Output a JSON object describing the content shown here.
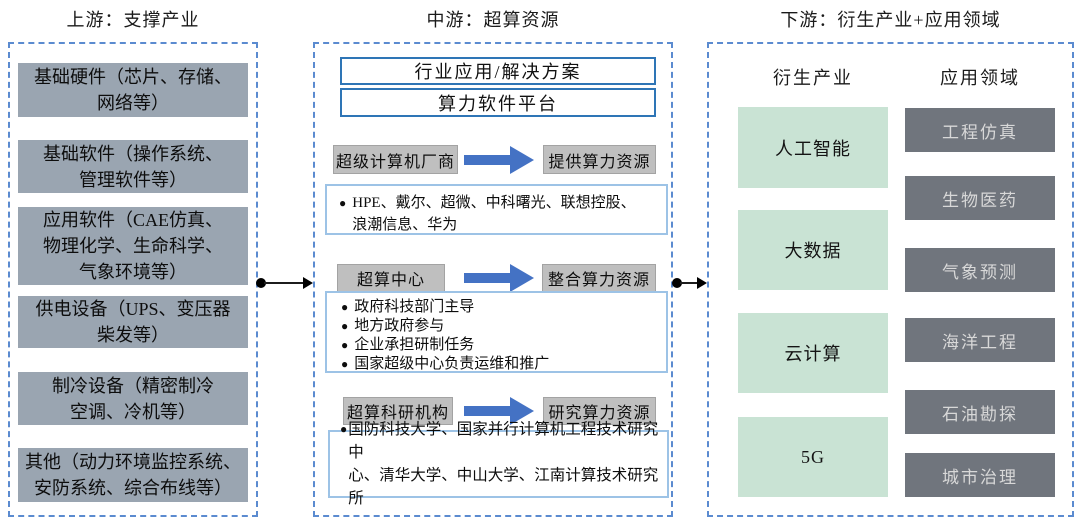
{
  "header": {
    "upstream_title": "上游：支撑产业",
    "midstream_title": "中游：超算资源",
    "downstream_title": "下游：衍生产业+应用领域"
  },
  "upstream": {
    "boxes": [
      "基础硬件（芯片、存储、\n网络等）",
      "基础软件（操作系统、\n管理软件等）",
      "应用软件（CAE仿真、\n物理化学、生命科学、\n气象环境等）",
      "供电设备（UPS、变压器\n柴发等）",
      "制冷设备（精密制冷\n空调、冷机等）",
      "其他（动力环境监控系统、\n安防系统、综合布线等）"
    ]
  },
  "midstream": {
    "bullet_char": "●",
    "top_boxes": [
      "行业应用/解决方案",
      "算力软件平台"
    ],
    "rows": [
      {
        "source": "超级计算机厂商",
        "target": "提供算力资源",
        "bullets": [
          "HPE、戴尔、超微、中科曙光、联想控股、\n浪潮信息、华为"
        ]
      },
      {
        "source": "超算中心",
        "target": "整合算力资源",
        "bullets": [
          "政府科技部门主导",
          "地方政府参与",
          "企业承担研制任务",
          "国家超级中心负责运维和推广"
        ]
      },
      {
        "source": "超算科研机构",
        "target": "研究算力资源",
        "bullets": [
          "国防科技大学、国家并行计算机工程技术研究中\n心、清华大学、中山大学、江南计算技术研究所"
        ]
      }
    ]
  },
  "downstream": {
    "col_headers": [
      "衍生产业",
      "应用领域"
    ],
    "industries": [
      "人工智能",
      "大数据",
      "云计算",
      "5G"
    ],
    "applications": [
      "工程仿真",
      "生物医药",
      "气象预测",
      "海洋工程",
      "石油勘探",
      "城市治理"
    ]
  },
  "colors": {
    "panel_dash_border": "#5B8BD0",
    "upstream_box_bg": "#9AA5B1",
    "mid_label_bg": "#BFBFBF",
    "mid_outline_blue": "#2E75B6",
    "bullet_box_border": "#9DC3E6",
    "arrow_blue": "#4472C4",
    "industry_green_bg": "#C9E3D4",
    "application_gray_bg": "#70757D",
    "application_gray_text": "#D8D8D8",
    "connector_black": "#000000"
  }
}
